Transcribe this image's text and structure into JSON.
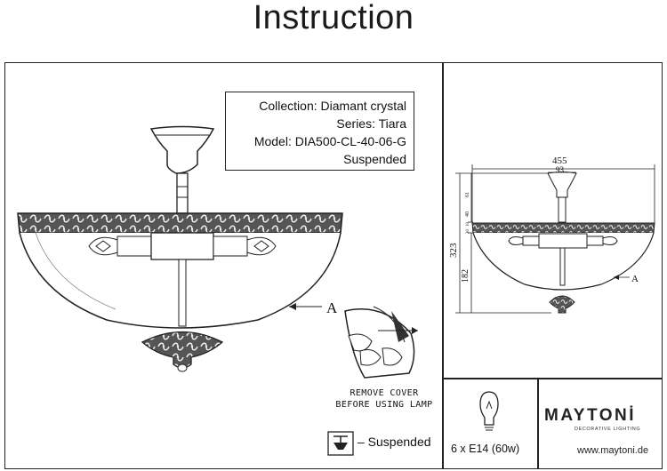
{
  "header": {
    "title": "Instruction"
  },
  "info": {
    "collection": "Collection: Diamant crystal",
    "series": "Series: Tiara",
    "model": "Model: DIA500-CL-40-06-G",
    "type": "Suspended"
  },
  "drawing": {
    "callout_label": "A"
  },
  "note": {
    "line1": "REMOVE COVER",
    "line2": "BEFORE USING LAMP"
  },
  "legend": {
    "suspended": "– Suspended"
  },
  "bulb": {
    "spec": "6 x E14 (60w)"
  },
  "brand": {
    "name": "MAYTONİ",
    "tagline": "DECORATIVE LIGHTING",
    "url": "www.maytoni.de"
  },
  "dimensions": {
    "width": "455",
    "canopy": "93",
    "height": "323",
    "lower": "182",
    "d1": "61",
    "d2": "40",
    "d3": "10",
    "d4": "30",
    "label": "A"
  }
}
